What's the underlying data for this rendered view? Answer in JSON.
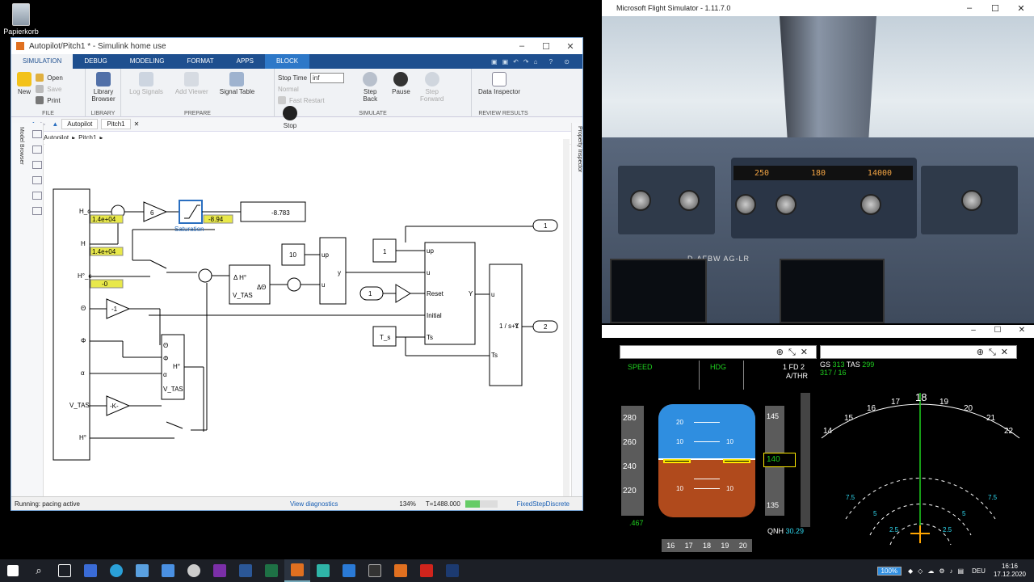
{
  "desktop": {
    "recycle_bin_label": "Papierkorb"
  },
  "simulink": {
    "window_title": "Autopilot/Pitch1 * - Simulink home use",
    "tabs": [
      "SIMULATION",
      "DEBUG",
      "MODELING",
      "FORMAT",
      "APPS",
      "BLOCK"
    ],
    "file_group": {
      "new": "New",
      "open": "Open",
      "save": "Save",
      "print": "Print",
      "label": "FILE"
    },
    "library_group": {
      "browser": "Library Browser",
      "label": "LIBRARY"
    },
    "prepare_group": {
      "log_signals": "Log Signals",
      "add_viewer": "Add Viewer",
      "signal_table": "Signal Table",
      "label": "PREPARE"
    },
    "simulate_group": {
      "stop_time_label": "Stop Time",
      "stop_time_value": "inf",
      "mode": "Normal",
      "fast_restart": "Fast Restart",
      "step_back": "Step Back",
      "pause": "Pause",
      "step_forward": "Step Forward",
      "stop": "Stop",
      "label": "SIMULATE"
    },
    "review_group": {
      "data_inspector": "Data Inspector",
      "label": "REVIEW RESULTS"
    },
    "nav_tabs": [
      "Autopilot",
      "Pitch1"
    ],
    "path": [
      "Autopilot",
      "Pitch1"
    ],
    "model_browser": "Model Browser",
    "property_inspector": "Property Inspector",
    "diagram": {
      "inports": [
        "H_c",
        "H",
        "H°_c",
        "Θ",
        "Φ",
        "α",
        "V_TAS",
        "H°"
      ],
      "display_values": [
        "1.4e+04",
        "1.4e+04",
        "-0"
      ],
      "gain_6": "6",
      "gain_neg1": "-1",
      "gain_k": "-K-",
      "saturation_label": "Saturation",
      "saturation_out": "-8.94",
      "display_main": "-8.783",
      "const_10": "10",
      "const_1a": "1",
      "const_1b": "1",
      "ts": "T_s",
      "outports": [
        "1",
        "2"
      ],
      "tf": "1 / s+1",
      "ports": {
        "up": "up",
        "u": "u",
        "y": "y",
        "reset": "Reset",
        "initial": "Initial",
        "ts": "Ts",
        "Y": "Y"
      },
      "block_labels": {
        "dH": "Δ H°",
        "vtas": "V_TAS",
        "dTheta": "ΔΘ",
        "theta": "Θ",
        "phi": "Φ",
        "alpha": "α",
        "hdot": "H°"
      }
    },
    "status": {
      "left": "Running: pacing active",
      "diagnostics": "View diagnostics",
      "zoom": "134%",
      "time": "T=1488.000",
      "progress_pct": 45,
      "solver": "FixedStepDiscrete"
    }
  },
  "flightsim": {
    "window_title": "Microsoft Flight Simulator - 1.11.7.0",
    "fcu": {
      "speed": "250",
      "heading": "180",
      "altitude": "14000"
    },
    "registration": "D-AFBW  AG-LR"
  },
  "pfd": {
    "fma": {
      "speed": "SPEED",
      "hdg": "HDG",
      "fd": "1 FD 2",
      "athr": "A/THR"
    },
    "speed_ticks": [
      "280",
      "260",
      "240",
      "220"
    ],
    "mach": ".467",
    "pitch_labels": [
      "20",
      "10",
      "10",
      "10",
      "10"
    ],
    "alt_ticks": [
      "145",
      "135"
    ],
    "alt_readout": "140",
    "heading_ticks": [
      "16",
      "17",
      "18",
      "19",
      "20"
    ],
    "qnh_label": "QNH",
    "qnh_value": "30.29",
    "nd": {
      "gs_label": "GS",
      "gs": "313",
      "tas_label": "TAS",
      "tas": "299",
      "wind": "317 / 16",
      "heading_marks": [
        "14",
        "15",
        "16",
        "17",
        "18",
        "19",
        "20",
        "21",
        "22"
      ],
      "ranges": [
        "7.5",
        "5",
        "2.5",
        "2.5",
        "5",
        "7.5"
      ]
    }
  },
  "taskbar": {
    "battery": "100%",
    "lang": "DEU",
    "time": "16:16",
    "date": "17.12.2020"
  }
}
